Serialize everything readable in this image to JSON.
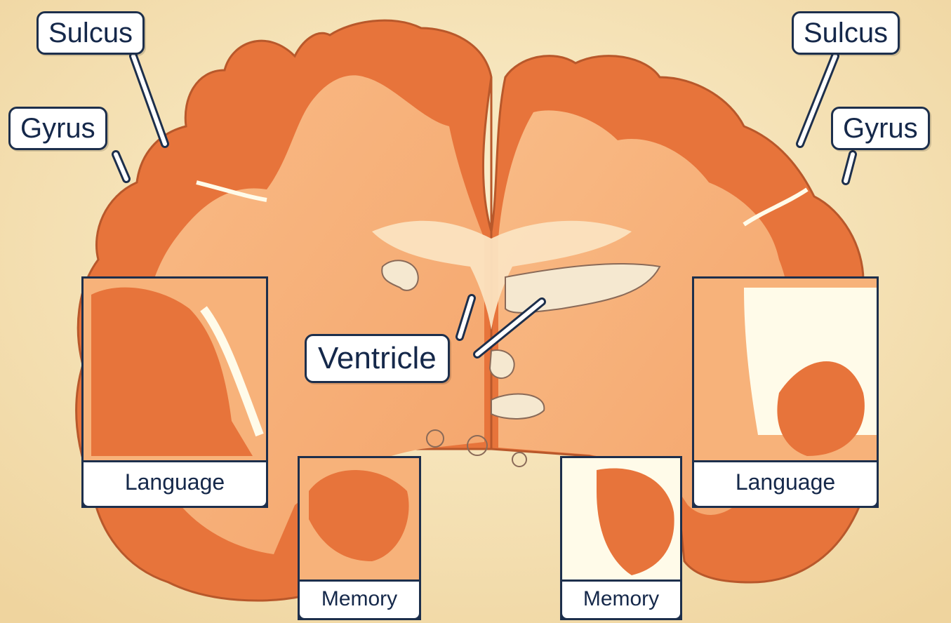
{
  "labels": {
    "sulcus_left": "Sulcus",
    "gyrus_left": "Gyrus",
    "sulcus_right": "Sulcus",
    "gyrus_right": "Gyrus",
    "ventricle": "Ventricle",
    "language_left": "Language",
    "language_right": "Language",
    "memory_left": "Memory",
    "memory_right": "Memory"
  },
  "colors": {
    "background": "#f4dfae",
    "white_matter": "#f7b27a",
    "gray_matter": "#e7743b",
    "outline": "#1d2f4c",
    "atrophied_space": "#fffbe9"
  }
}
